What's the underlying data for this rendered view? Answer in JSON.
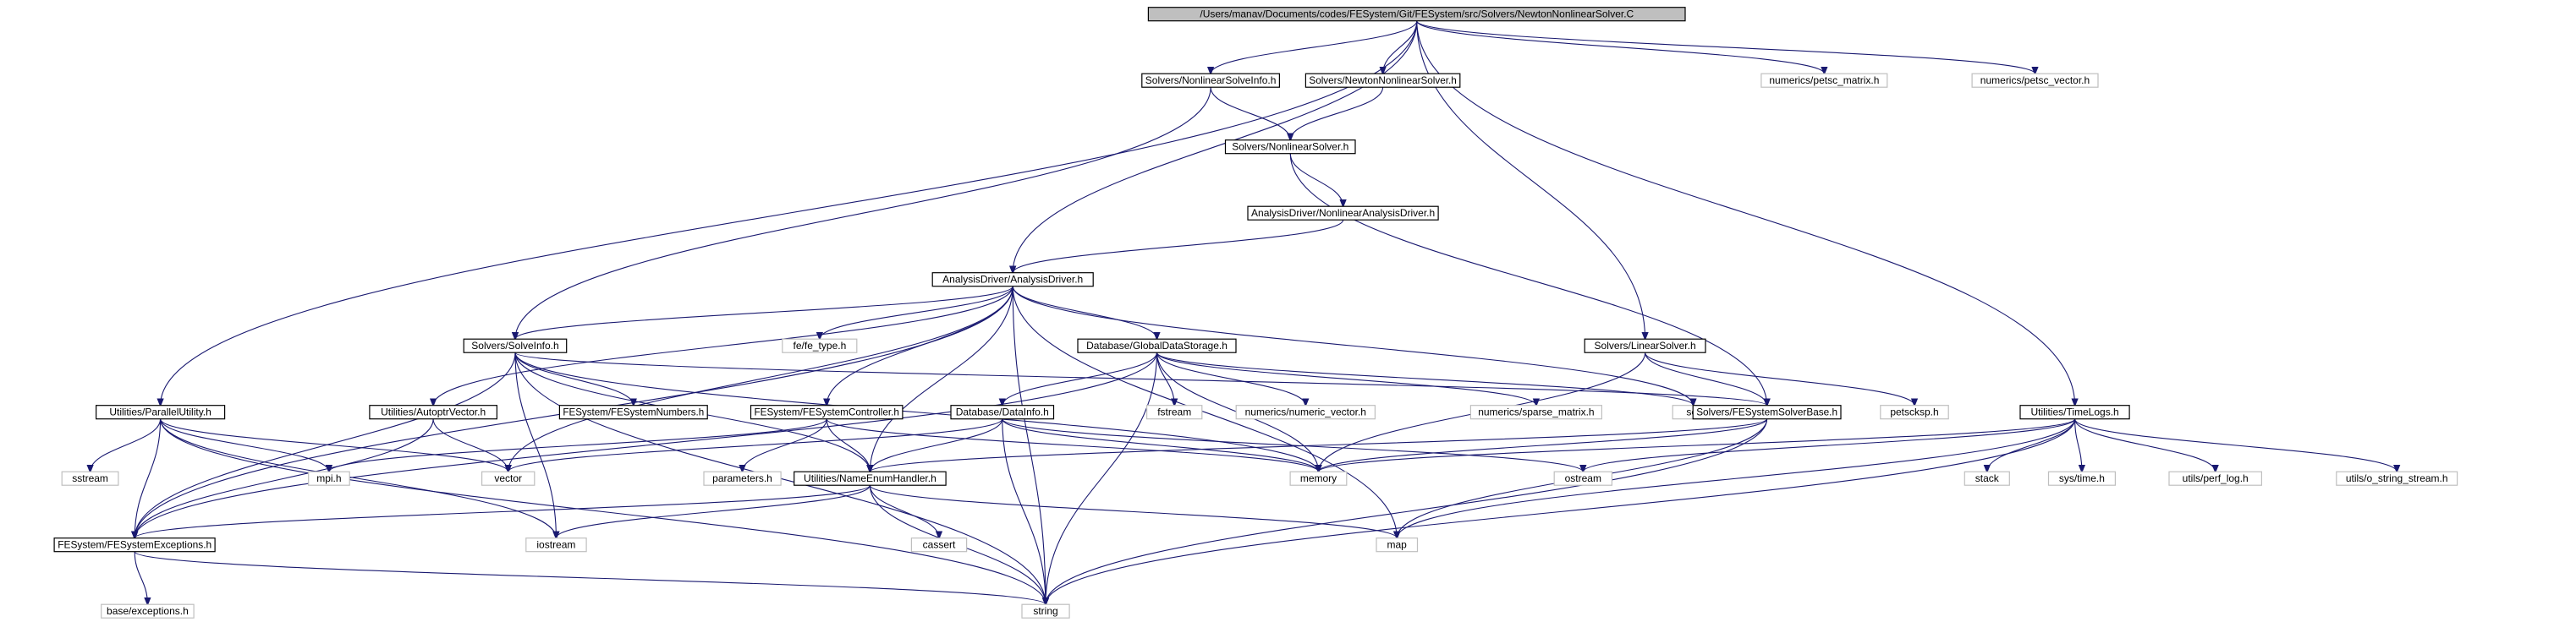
{
  "colors": {
    "edge": "#191970",
    "root_fill": "#bfbfbf",
    "node_border": "#000000",
    "external_border": "#bfbfbf"
  },
  "nodes": [
    {
      "id": "root",
      "label": "/Users/manav/Documents/codes/FESystem/Git/FESystem/src/Solvers/NewtonNonlinearSolver.C",
      "kind": "root"
    },
    {
      "id": "nl_solve_info",
      "label": "Solvers/NonlinearSolveInfo.h",
      "kind": "normal"
    },
    {
      "id": "newton_h",
      "label": "Solvers/NewtonNonlinearSolver.h",
      "kind": "normal"
    },
    {
      "id": "petsc_matrix",
      "label": "numerics/petsc_matrix.h",
      "kind": "external"
    },
    {
      "id": "petsc_vector",
      "label": "numerics/petsc_vector.h",
      "kind": "external"
    },
    {
      "id": "nonlinear_solver",
      "label": "Solvers/NonlinearSolver.h",
      "kind": "normal"
    },
    {
      "id": "nonlinear_driver",
      "label": "AnalysisDriver/NonlinearAnalysisDriver.h",
      "kind": "normal"
    },
    {
      "id": "analysis_driver",
      "label": "AnalysisDriver/AnalysisDriver.h",
      "kind": "normal"
    },
    {
      "id": "solve_info",
      "label": "Solvers/SolveInfo.h",
      "kind": "normal"
    },
    {
      "id": "fe_type",
      "label": "fe/fe_type.h",
      "kind": "external"
    },
    {
      "id": "global_storage",
      "label": "Database/GlobalDataStorage.h",
      "kind": "normal"
    },
    {
      "id": "linear_solver",
      "label": "Solvers/LinearSolver.h",
      "kind": "normal"
    },
    {
      "id": "parallel",
      "label": "Utilities/ParallelUtility.h",
      "kind": "normal"
    },
    {
      "id": "autoptr",
      "label": "Utilities/AutoptrVector.h",
      "kind": "normal"
    },
    {
      "id": "fes_numbers",
      "label": "FESystem/FESystemNumbers.h",
      "kind": "normal"
    },
    {
      "id": "controller",
      "label": "FESystem/FESystemController.h",
      "kind": "normal"
    },
    {
      "id": "datainfo",
      "label": "Database/DataInfo.h",
      "kind": "normal"
    },
    {
      "id": "fstream",
      "label": "fstream",
      "kind": "external"
    },
    {
      "id": "numeric_vector",
      "label": "numerics/numeric_vector.h",
      "kind": "external"
    },
    {
      "id": "sparse_matrix",
      "label": "numerics/sparse_matrix.h",
      "kind": "external"
    },
    {
      "id": "set",
      "label": "set",
      "kind": "external"
    },
    {
      "id": "solver_base",
      "label": "Solvers/FESystemSolverBase.h",
      "kind": "normal"
    },
    {
      "id": "petscksp",
      "label": "petscksp.h",
      "kind": "external"
    },
    {
      "id": "timelogs",
      "label": "Utilities/TimeLogs.h",
      "kind": "normal"
    },
    {
      "id": "sstream",
      "label": "sstream",
      "kind": "external"
    },
    {
      "id": "mpi",
      "label": "mpi.h",
      "kind": "external"
    },
    {
      "id": "vector",
      "label": "vector",
      "kind": "external"
    },
    {
      "id": "parameters",
      "label": "parameters.h",
      "kind": "external"
    },
    {
      "id": "name_enum",
      "label": "Utilities/NameEnumHandler.h",
      "kind": "normal"
    },
    {
      "id": "memory",
      "label": "memory",
      "kind": "external"
    },
    {
      "id": "ostream",
      "label": "ostream",
      "kind": "external"
    },
    {
      "id": "stack",
      "label": "stack",
      "kind": "external"
    },
    {
      "id": "sys_time",
      "label": "sys/time.h",
      "kind": "external"
    },
    {
      "id": "perf_log",
      "label": "utils/perf_log.h",
      "kind": "external"
    },
    {
      "id": "o_string",
      "label": "utils/o_string_stream.h",
      "kind": "external"
    },
    {
      "id": "exceptions",
      "label": "FESystem/FESystemExceptions.h",
      "kind": "normal"
    },
    {
      "id": "iostream",
      "label": "iostream",
      "kind": "external"
    },
    {
      "id": "cassert",
      "label": "cassert",
      "kind": "external"
    },
    {
      "id": "map",
      "label": "map",
      "kind": "external"
    },
    {
      "id": "base_exc",
      "label": "base/exceptions.h",
      "kind": "external"
    },
    {
      "id": "string",
      "label": "string",
      "kind": "external"
    }
  ],
  "edges": [
    [
      "root",
      "nl_solve_info"
    ],
    [
      "root",
      "newton_h"
    ],
    [
      "root",
      "petsc_matrix"
    ],
    [
      "root",
      "petsc_vector"
    ],
    [
      "root",
      "analysis_driver"
    ],
    [
      "root",
      "parallel"
    ],
    [
      "root",
      "linear_solver"
    ],
    [
      "root",
      "timelogs"
    ],
    [
      "nl_solve_info",
      "nonlinear_solver"
    ],
    [
      "nl_solve_info",
      "solve_info"
    ],
    [
      "newton_h",
      "nonlinear_solver"
    ],
    [
      "nonlinear_solver",
      "nonlinear_driver"
    ],
    [
      "nonlinear_solver",
      "solver_base"
    ],
    [
      "nonlinear_driver",
      "analysis_driver"
    ],
    [
      "analysis_driver",
      "solve_info"
    ],
    [
      "analysis_driver",
      "fe_type"
    ],
    [
      "analysis_driver",
      "global_storage"
    ],
    [
      "analysis_driver",
      "autoptr"
    ],
    [
      "analysis_driver",
      "controller"
    ],
    [
      "analysis_driver",
      "name_enum"
    ],
    [
      "analysis_driver",
      "set"
    ],
    [
      "analysis_driver",
      "string"
    ],
    [
      "analysis_driver",
      "map"
    ],
    [
      "analysis_driver",
      "exceptions"
    ],
    [
      "analysis_driver",
      "vector"
    ],
    [
      "solve_info",
      "fes_numbers"
    ],
    [
      "solve_info",
      "iostream"
    ],
    [
      "solve_info",
      "string"
    ],
    [
      "solve_info",
      "name_enum"
    ],
    [
      "solve_info",
      "exceptions"
    ],
    [
      "solve_info",
      "memory"
    ],
    [
      "solve_info",
      "solver_base"
    ],
    [
      "global_storage",
      "fstream"
    ],
    [
      "global_storage",
      "numeric_vector"
    ],
    [
      "global_storage",
      "sparse_matrix"
    ],
    [
      "global_storage",
      "set"
    ],
    [
      "global_storage",
      "datainfo"
    ],
    [
      "global_storage",
      "memory"
    ],
    [
      "global_storage",
      "string"
    ],
    [
      "global_storage",
      "exceptions"
    ],
    [
      "linear_solver",
      "solver_base"
    ],
    [
      "linear_solver",
      "petscksp"
    ],
    [
      "linear_solver",
      "memory"
    ],
    [
      "parallel",
      "sstream"
    ],
    [
      "parallel",
      "mpi"
    ],
    [
      "parallel",
      "vector"
    ],
    [
      "parallel",
      "exceptions"
    ],
    [
      "parallel",
      "iostream"
    ],
    [
      "parallel",
      "string"
    ],
    [
      "autoptr",
      "vector"
    ],
    [
      "autoptr",
      "exceptions"
    ],
    [
      "controller",
      "mpi"
    ],
    [
      "controller",
      "parameters"
    ],
    [
      "controller",
      "name_enum"
    ],
    [
      "controller",
      "memory"
    ],
    [
      "datainfo",
      "vector"
    ],
    [
      "datainfo",
      "name_enum"
    ],
    [
      "datainfo",
      "string"
    ],
    [
      "datainfo",
      "memory"
    ],
    [
      "datainfo",
      "ostream"
    ],
    [
      "solver_base",
      "name_enum"
    ],
    [
      "solver_base",
      "memory"
    ],
    [
      "solver_base",
      "map"
    ],
    [
      "solver_base",
      "string"
    ],
    [
      "timelogs",
      "stack"
    ],
    [
      "timelogs",
      "sys_time"
    ],
    [
      "timelogs",
      "perf_log"
    ],
    [
      "timelogs",
      "o_string"
    ],
    [
      "timelogs",
      "ostream"
    ],
    [
      "timelogs",
      "memory"
    ],
    [
      "timelogs",
      "map"
    ],
    [
      "timelogs",
      "string"
    ],
    [
      "name_enum",
      "exceptions"
    ],
    [
      "name_enum",
      "iostream"
    ],
    [
      "name_enum",
      "cassert"
    ],
    [
      "name_enum",
      "map"
    ],
    [
      "name_enum",
      "string"
    ],
    [
      "exceptions",
      "base_exc"
    ],
    [
      "exceptions",
      "string"
    ]
  ]
}
